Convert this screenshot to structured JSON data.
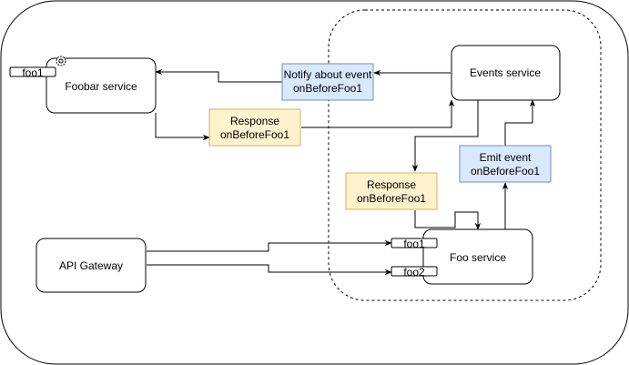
{
  "diagram": {
    "outer_frame": {
      "style": "solid"
    },
    "inner_frame": {
      "style": "dashed"
    },
    "nodes": {
      "foobar": {
        "label": "Foobar service",
        "port": "foo1",
        "icon": "gear-icon"
      },
      "events": {
        "label": "Events service"
      },
      "api_gateway": {
        "label": "API Gateway"
      },
      "foo": {
        "label": "Foo service",
        "ports": [
          "foo1",
          "foo2"
        ]
      }
    },
    "messages": {
      "notify": {
        "line1": "Notify about event",
        "line2": "onBeforeFoo1",
        "fill": "#dae8fc",
        "stroke": "#6c8ebf"
      },
      "response_top": {
        "line1": "Response",
        "line2": "onBeforeFoo1",
        "fill": "#fff2cc",
        "stroke": "#d6b656"
      },
      "response_inner": {
        "line1": "Response",
        "line2": "onBeforeFoo1",
        "fill": "#fff2cc",
        "stroke": "#d6b656"
      },
      "emit": {
        "line1": "Emit event",
        "line2": "onBeforeFoo1",
        "fill": "#dae8fc",
        "stroke": "#6c8ebf"
      }
    },
    "edges": [
      {
        "from": "events",
        "to": "notify"
      },
      {
        "from": "notify",
        "to": "foobar"
      },
      {
        "from": "foobar",
        "to": "response_top"
      },
      {
        "from": "response_top",
        "to": "events"
      },
      {
        "from": "events",
        "to": "response_inner"
      },
      {
        "from": "response_inner",
        "to": "foo"
      },
      {
        "from": "foo",
        "to": "emit"
      },
      {
        "from": "emit",
        "to": "events"
      },
      {
        "from": "api_gateway",
        "to": "foo.foo1"
      },
      {
        "from": "api_gateway",
        "to": "foo.foo2"
      }
    ]
  }
}
